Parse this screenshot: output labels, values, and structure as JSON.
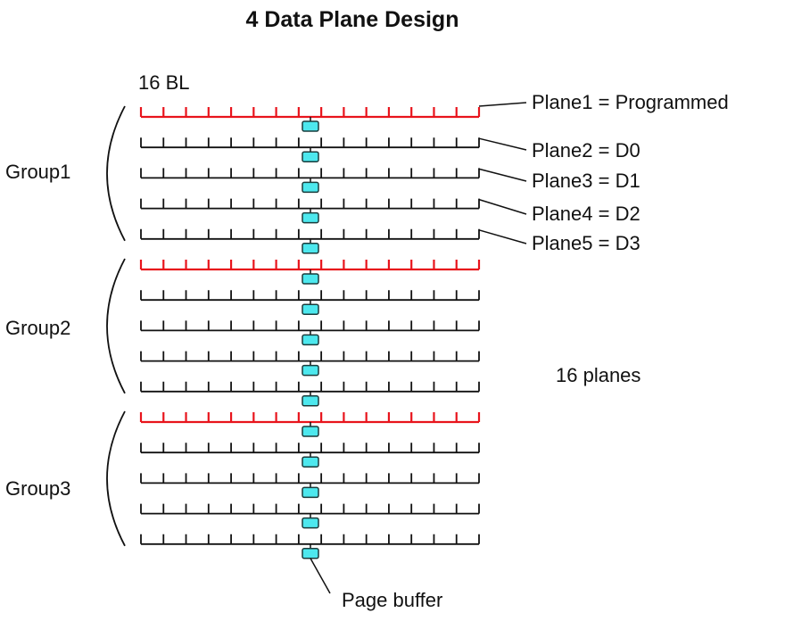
{
  "title": "4 Data Plane Design",
  "bl_label": "16 BL",
  "plane_labels": [
    "Plane1 = Programmed",
    "Plane2 = D0",
    "Plane3 = D1",
    "Plane4 = D2",
    "Plane5 = D3"
  ],
  "groups": [
    "Group1",
    "Group2",
    "Group3"
  ],
  "planes_count_label": "16 planes",
  "page_buffer_label": "Page buffer",
  "colors": {
    "programmed": "#e8141c",
    "data": "#111111",
    "buffer": "#4de8ee"
  }
}
